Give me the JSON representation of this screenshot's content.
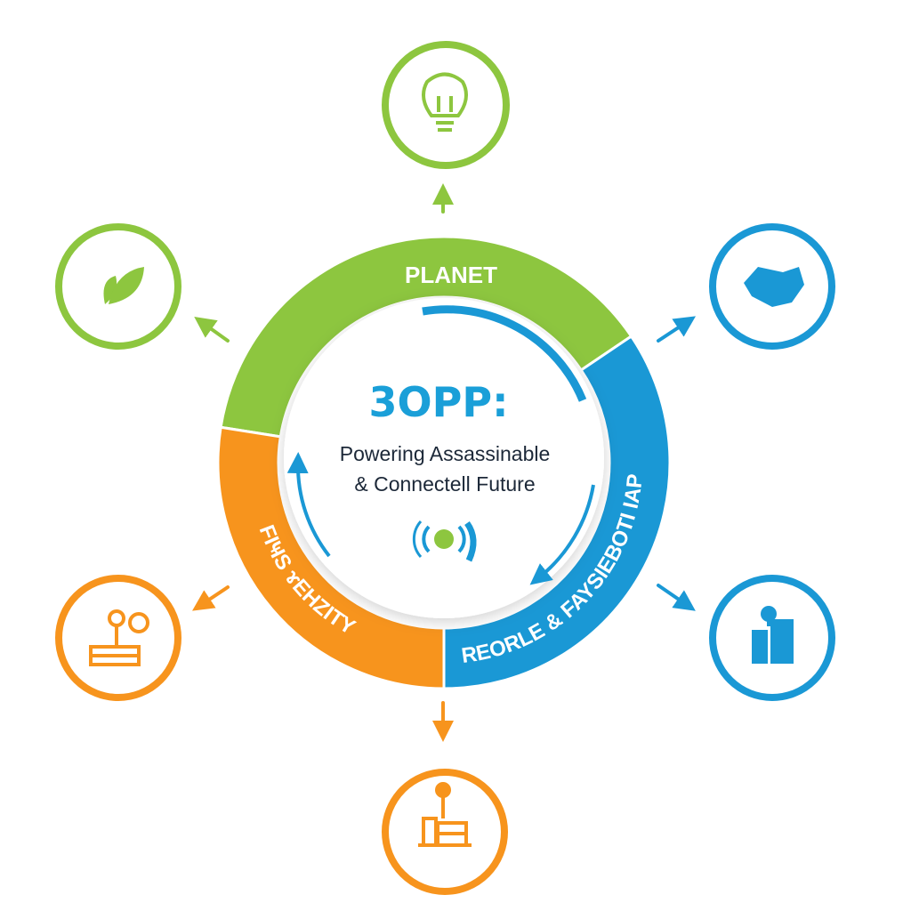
{
  "center": {
    "title": "3OPP:",
    "subtitle_line1": "Powering Assassinable",
    "subtitle_line2": "& Connectell Future"
  },
  "segments": [
    {
      "label": "PLANET",
      "color": "#8dc63f"
    },
    {
      "label": "REORLE & FAYSIEBOTI IAP",
      "color": "#1a98d5"
    },
    {
      "label": "FIҸS ɤEHZITY",
      "color": "#f7941d"
    }
  ],
  "nodes": [
    {
      "icon": "lightbulb-icon",
      "color": "#8dc63f"
    },
    {
      "icon": "leaf-icon",
      "color": "#8dc63f"
    },
    {
      "icon": "handshake-icon",
      "color": "#1a98d5"
    },
    {
      "icon": "city-building-icon",
      "color": "#1a98d5"
    },
    {
      "icon": "factory-icon",
      "color": "#f7941d"
    },
    {
      "icon": "building-tree-icon",
      "color": "#f7941d"
    }
  ]
}
